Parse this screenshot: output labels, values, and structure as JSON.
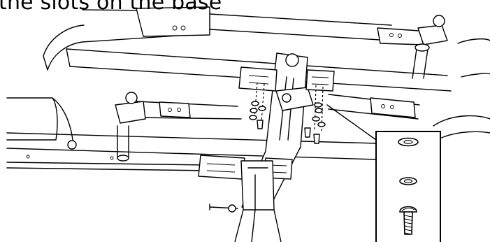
{
  "caption": "the slots on the base",
  "inset": {
    "parts": [
      "flat-washer",
      "lock-washer",
      "button-head-bolt"
    ]
  }
}
